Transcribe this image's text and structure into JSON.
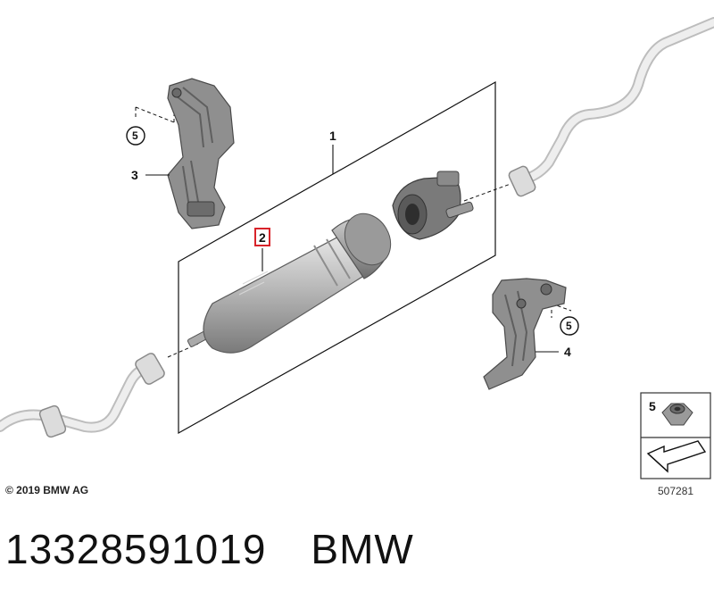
{
  "diagram": {
    "callouts": [
      "1",
      "2",
      "3",
      "4",
      "5",
      "5"
    ],
    "highlighted_callout": "2",
    "legend": {
      "number": "5",
      "items": [
        "nut-icon",
        "wedge-arrow-icon"
      ]
    },
    "colors": {
      "highlight": "#d8232a",
      "part_gray": "#8f8f8f",
      "pipe": "#d4d4d4",
      "line": "#111111"
    }
  },
  "footer": {
    "copyright": "© 2019 BMW AG",
    "diagram_number": "507281"
  },
  "caption": {
    "part_number": "13328591019",
    "brand": "BMW"
  }
}
